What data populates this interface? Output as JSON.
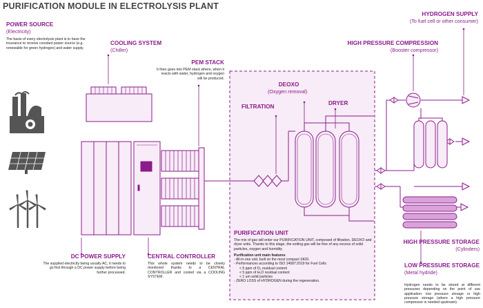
{
  "title": "PURIFICATION MODULE IN ELECTROLYSIS PLANT",
  "power_source": {
    "heading": "POWER SOURCE",
    "sub": "(Electricity)",
    "desc": "The basis of every electrolysis plant is to have the insurance to receive constant power source (e.g. renewable for green hydrogen) and water supply."
  },
  "cooling": {
    "heading": "COOLING SYSTEM",
    "sub": "(Chiller)"
  },
  "pem": {
    "heading": "PEM STACK",
    "desc": "It then goes into PEM stack where, when it reacts with water, hydrogen and oxygen will be produced."
  },
  "deoxo": {
    "heading": "DEOXO",
    "sub": "(Oxygen removal)"
  },
  "filtration": {
    "heading": "FILTRATION"
  },
  "dryer": {
    "heading": "DRYER"
  },
  "hp_compression": {
    "heading": "HIGH PRESSURE COMPRESSION",
    "sub": "(Booster compressor)"
  },
  "hydrogen_supply": {
    "heading": "HYDROGEN SUPPLY",
    "sub": "(To fuel cell or other consumer)"
  },
  "dc_power": {
    "heading": "DC POWER SUPPLY",
    "desc": "The supplied electricity being usually AC, it needs to go first through a DC power supply before being further processed."
  },
  "central": {
    "heading": "CENTRAL CONTROLLER",
    "desc": "This whole system needs to be closely monitored thanks to a CENTRAL CONTROLLER and cooled via a COOLING SYSTEM."
  },
  "purification": {
    "heading": "PURIFICATION UNIT",
    "desc": "The mix of gas will enter our PURIFICATION UNIT, composed of filtration, DEOXO and dryer units. Thanks to this stage, the exiting gas will be free of any excess of solid particles, oxygen and humidity.",
    "features_title": "Purification unit main features",
    "features": [
      "- All-in-one unit, built on the most compact SKID.",
      "- Performances according to ISO 14687:2019 for Fuel Cells",
      "< 5 ppm of O₂ residual content",
      "< 5 ppm of H₂O residual content",
      "< 1 um solid particles",
      "- ZERO LOSS of HYDROGEN during the regeneration."
    ]
  },
  "hp_storage": {
    "heading": "HIGH PRESSURE STORAGE",
    "sub": "(Cylinders)"
  },
  "lp_storage": {
    "heading": "LOW PRESSURE STORAGE",
    "sub": "(Metal hydride)",
    "desc": "Hydrogen needs to be stored at different pressures depending on the point of use application: low pressure storage or high pressure storage (where a high pressure compressor is needed upstream)."
  },
  "colors": {
    "accent": "#8b1a8b",
    "icon_gray": "#555555"
  }
}
